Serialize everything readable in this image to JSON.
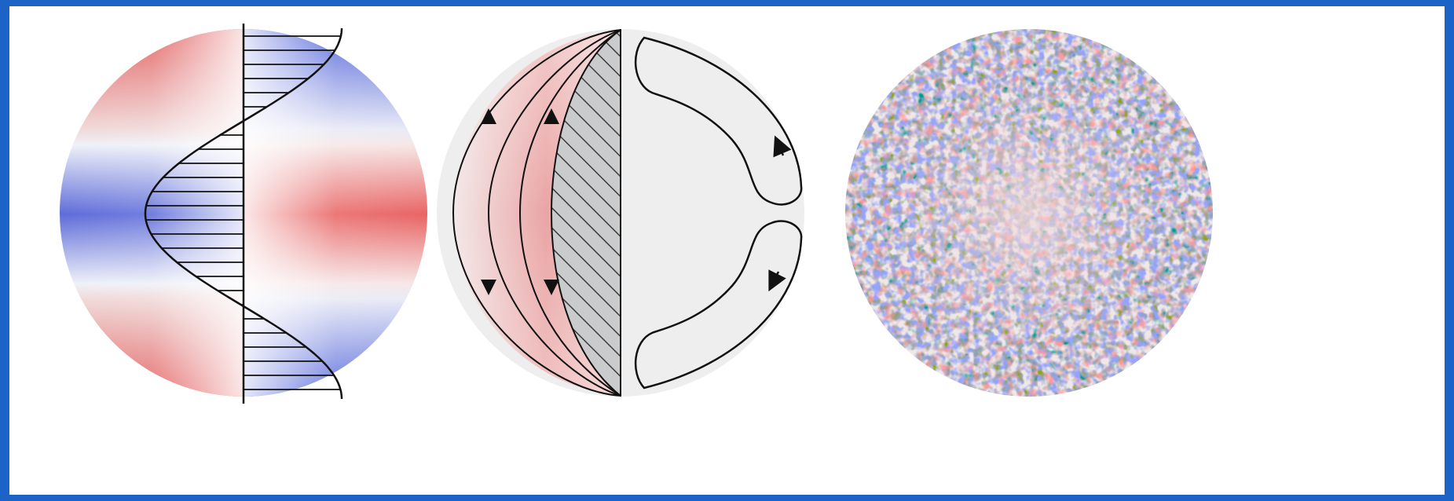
{
  "figures": [
    {
      "id": "differential-rotation",
      "palette": {
        "positive": "#e04848",
        "negative": "#3a4fd6",
        "neutral": "#f3f3f6"
      }
    },
    {
      "id": "meridional-circulation",
      "palette": {
        "shade": "#e9a6a6",
        "hatch": "#555555",
        "background": "#eeeeee"
      }
    },
    {
      "id": "turbulent-field",
      "palette": {
        "positive": "#d95555",
        "negative": "#4a5fd0",
        "background": "#efe9ea"
      }
    }
  ],
  "colors": {
    "frame": "#1c63c7",
    "panel": "#ffffff",
    "stroke": "#111111"
  }
}
